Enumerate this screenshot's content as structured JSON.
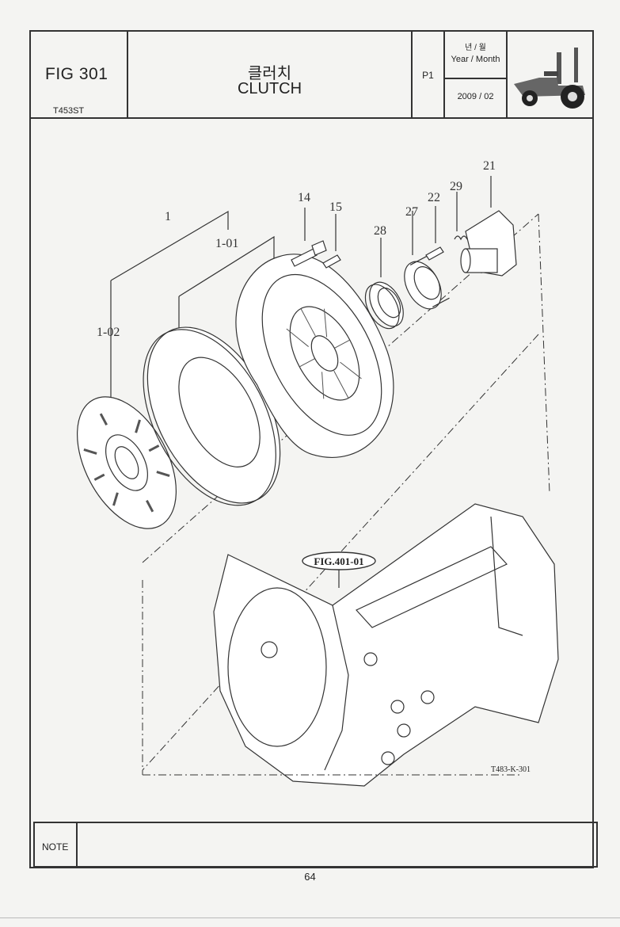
{
  "header": {
    "fig_number": "FIG 301",
    "model": "T453ST",
    "title_korean": "클러치",
    "title_english": "CLUTCH",
    "page_label": "P1",
    "year_month_korean": "년 / 월",
    "year_month_label": "Year / Month",
    "date": "2009 / 02"
  },
  "diagram": {
    "callouts": {
      "c1": "1",
      "c1_01": "1-01",
      "c1_02": "1-02",
      "c14": "14",
      "c15": "15",
      "c21": "21",
      "c22": "22",
      "c27": "27",
      "c28": "28",
      "c29": "29"
    },
    "reference_label": "FIG.401-01",
    "drawing_code": "T483-K-301"
  },
  "note_label": "NOTE",
  "page_number": "64"
}
